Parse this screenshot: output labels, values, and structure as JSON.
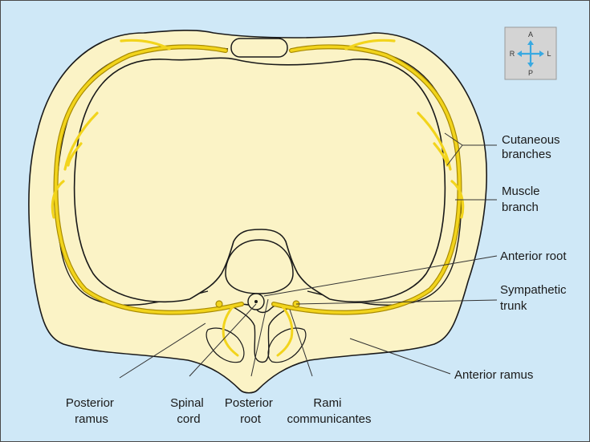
{
  "colors": {
    "background": "#cfe8f7",
    "body": "#fbf3c6",
    "outline": "#1a1a1a",
    "nerve": "#f2d41c",
    "nerve_edge": "#a88a00",
    "leader": "#333333",
    "orientation_arrow": "#39a9e1",
    "orientation_box": "#d4d4d4"
  },
  "orientation": {
    "top": "A",
    "bottom": "P",
    "left": "R",
    "right": "L"
  },
  "labels": {
    "cutaneous": {
      "line1": "Cutaneous",
      "line2": "branches"
    },
    "muscle": {
      "line1": "Muscle",
      "line2": "branch"
    },
    "anterior_root": {
      "line1": "Anterior root"
    },
    "sympathetic": {
      "line1": "Sympathetic",
      "line2": "trunk"
    },
    "anterior_ramus": {
      "line1": "Anterior ramus"
    },
    "posterior_ramus": {
      "line1": "Posterior",
      "line2": "ramus"
    },
    "spinal_cord": {
      "line1": "Spinal",
      "line2": "cord"
    },
    "posterior_root": {
      "line1": "Posterior",
      "line2": "root"
    },
    "rami": {
      "line1": "Rami",
      "line2": "communicantes"
    }
  }
}
